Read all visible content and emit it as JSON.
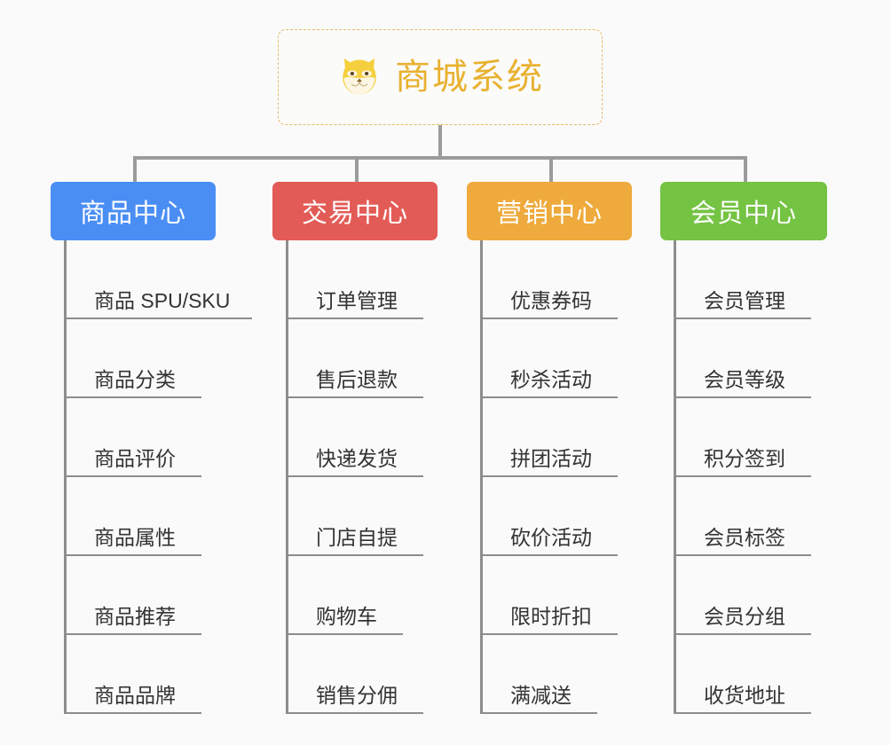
{
  "canvas": {
    "background": "#fafafa",
    "connector_color": "#8d8d8d"
  },
  "root": {
    "title": "商城系统",
    "icon": "shiba-dog-face-icon",
    "text_color": "#e8b130",
    "border_color": "#e8b864",
    "background": "#fbfbfa"
  },
  "branches": [
    {
      "label": "商品中心",
      "color": "#4a8ef4",
      "items": [
        {
          "label": "商品 SPU/SKU",
          "underline_width": 212
        },
        {
          "label": "商品分类",
          "underline_width": 155
        },
        {
          "label": "商品评价",
          "underline_width": 155
        },
        {
          "label": "商品属性",
          "underline_width": 155
        },
        {
          "label": "商品推荐",
          "underline_width": 155
        },
        {
          "label": "商品品牌",
          "underline_width": 155
        }
      ]
    },
    {
      "label": "交易中心",
      "color": "#e35b56",
      "items": [
        {
          "label": "订单管理",
          "underline_width": 155
        },
        {
          "label": "售后退款",
          "underline_width": 155
        },
        {
          "label": "快递发货",
          "underline_width": 155
        },
        {
          "label": "门店自提",
          "underline_width": 155
        },
        {
          "label": "购物车",
          "underline_width": 132
        },
        {
          "label": "销售分佣",
          "underline_width": 155
        }
      ]
    },
    {
      "label": "营销中心",
      "color": "#eeaa3c",
      "items": [
        {
          "label": "优惠券码",
          "underline_width": 155
        },
        {
          "label": "秒杀活动",
          "underline_width": 155
        },
        {
          "label": "拼团活动",
          "underline_width": 155
        },
        {
          "label": "砍价活动",
          "underline_width": 155
        },
        {
          "label": "限时折扣",
          "underline_width": 155
        },
        {
          "label": "满减送",
          "underline_width": 132
        }
      ]
    },
    {
      "label": "会员中心",
      "color": "#74c343",
      "items": [
        {
          "label": "会员管理",
          "underline_width": 155
        },
        {
          "label": "会员等级",
          "underline_width": 155
        },
        {
          "label": "积分签到",
          "underline_width": 155
        },
        {
          "label": "会员标签",
          "underline_width": 155
        },
        {
          "label": "会员分组",
          "underline_width": 155
        },
        {
          "label": "收货地址",
          "underline_width": 155
        }
      ]
    }
  ],
  "trunk_drops_x": [
    150,
    400,
    619,
    838
  ]
}
